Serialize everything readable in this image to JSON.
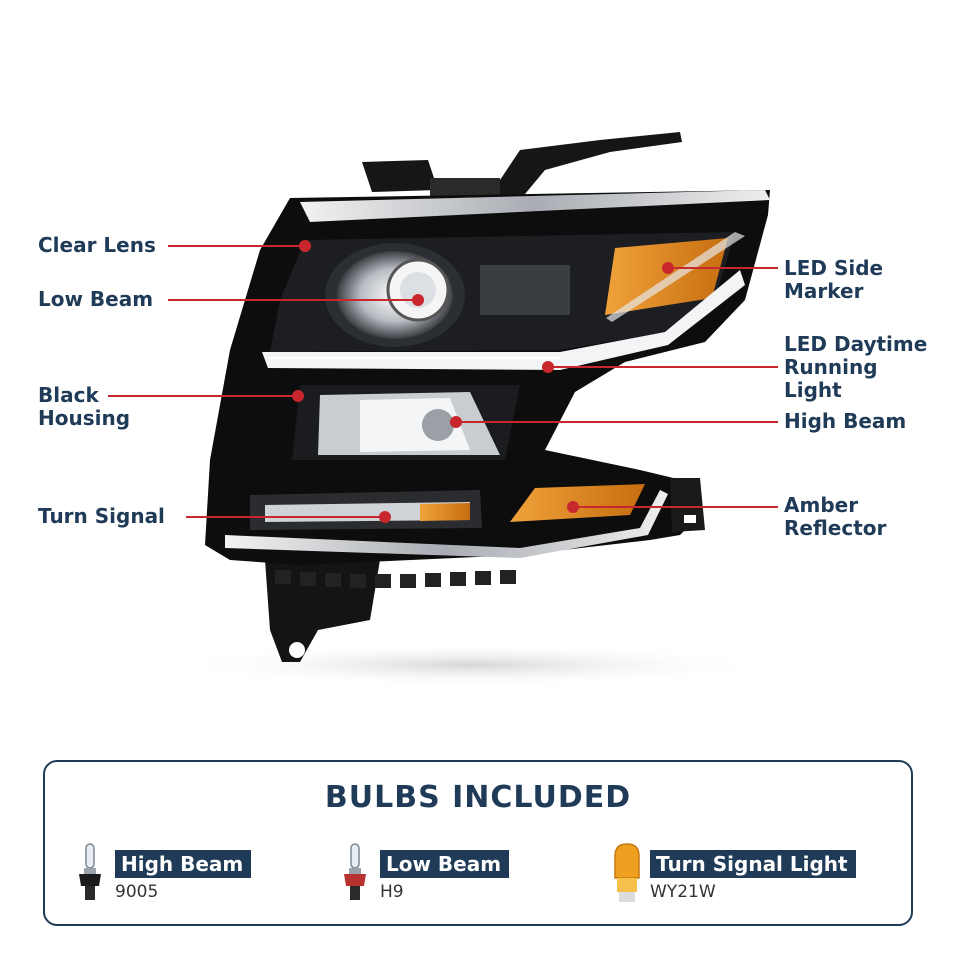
{
  "callouts": [
    {
      "id": "clear-lens",
      "text": "Clear Lens"
    },
    {
      "id": "low-beam",
      "text": "Low Beam"
    },
    {
      "id": "black-housing",
      "lines": [
        "Black",
        "Housing"
      ]
    },
    {
      "id": "turn-signal",
      "text": "Turn Signal"
    },
    {
      "id": "led-side-marker",
      "lines": [
        "LED Side",
        "Marker"
      ]
    },
    {
      "id": "led-drl",
      "lines": [
        "LED Daytime",
        "Running",
        "Light"
      ]
    },
    {
      "id": "high-beam",
      "text": "High Beam"
    },
    {
      "id": "amber-reflector",
      "lines": [
        "Amber",
        "Reflector"
      ]
    }
  ],
  "bulbs": {
    "title": "BULBS INCLUDED",
    "items": [
      {
        "name": "High Beam",
        "code": "9005",
        "icon": "clear-bulb-icon"
      },
      {
        "name": "Low Beam",
        "code": "H9",
        "icon": "clear-bulb-icon"
      },
      {
        "name": "Turn Signal Light",
        "code": "WY21W",
        "icon": "amber-bulb-icon"
      }
    ]
  },
  "colors": {
    "label": "#1f3b57",
    "leader": "#c8272d",
    "amber": "#e08a1e",
    "housing": "#111111",
    "chrome": "#c9ccd1"
  }
}
